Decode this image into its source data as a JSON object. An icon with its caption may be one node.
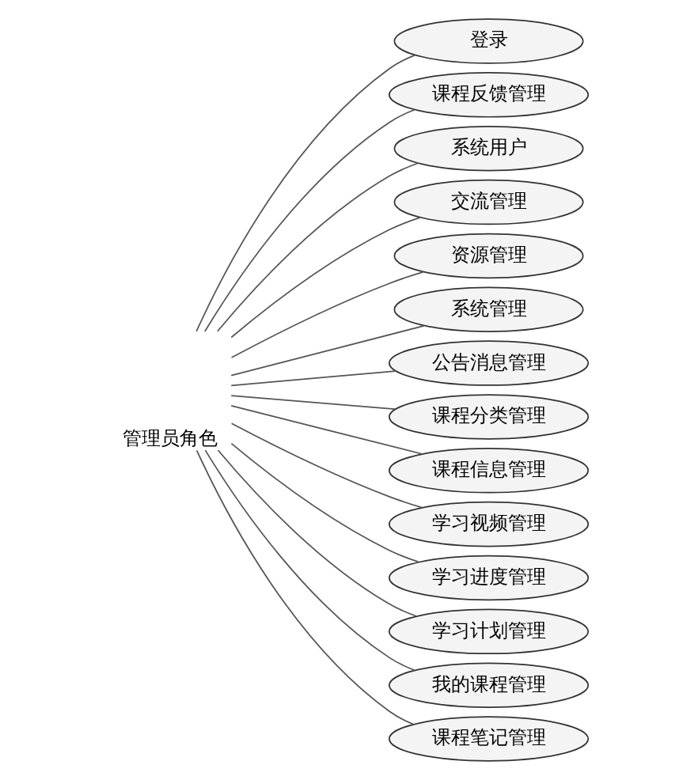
{
  "diagram": {
    "nodes": [
      {
        "text": [
          "管理员角色"
        ]
      },
      {
        "text": [
          "登录"
        ]
      },
      {
        "text": [
          "课程反馈管理"
        ]
      },
      {
        "text": [
          "系统用户"
        ]
      },
      {
        "text": [
          "交流管理"
        ]
      },
      {
        "text": [
          "资源管理"
        ]
      },
      {
        "text": [
          "系统管理"
        ]
      },
      {
        "text": [
          "公告消息管理"
        ]
      },
      {
        "text": [
          "课程分类管理"
        ]
      },
      {
        "text": [
          "课程信息管理"
        ]
      },
      {
        "text": [
          "学习视频管理"
        ]
      },
      {
        "text": [
          "学习进度管理"
        ]
      },
      {
        "text": [
          "学习计划管理"
        ]
      },
      {
        "text": [
          "我的课程管理"
        ]
      },
      {
        "text": [
          "课程笔记管理"
        ]
      }
    ],
    "edges": [
      {
        "from": 0,
        "to": 1,
        "arrow": "none"
      },
      {
        "from": 0,
        "to": 2,
        "arrow": "none"
      },
      {
        "from": 0,
        "to": 3,
        "arrow": "none"
      },
      {
        "from": 0,
        "to": 4,
        "arrow": "none"
      },
      {
        "from": 0,
        "to": 5,
        "arrow": "none"
      },
      {
        "from": 0,
        "to": 6,
        "arrow": "none"
      },
      {
        "from": 0,
        "to": 7,
        "arrow": "none"
      },
      {
        "from": 0,
        "to": 8,
        "arrow": "none"
      },
      {
        "from": 0,
        "to": 9,
        "arrow": "none"
      },
      {
        "from": 0,
        "to": 10,
        "arrow": "none"
      },
      {
        "from": 0,
        "to": 11,
        "arrow": "none"
      },
      {
        "from": 0,
        "to": 12,
        "arrow": "none"
      },
      {
        "from": 0,
        "to": 13,
        "arrow": "none"
      },
      {
        "from": 0,
        "to": 14,
        "arrow": "none"
      }
    ]
  }
}
